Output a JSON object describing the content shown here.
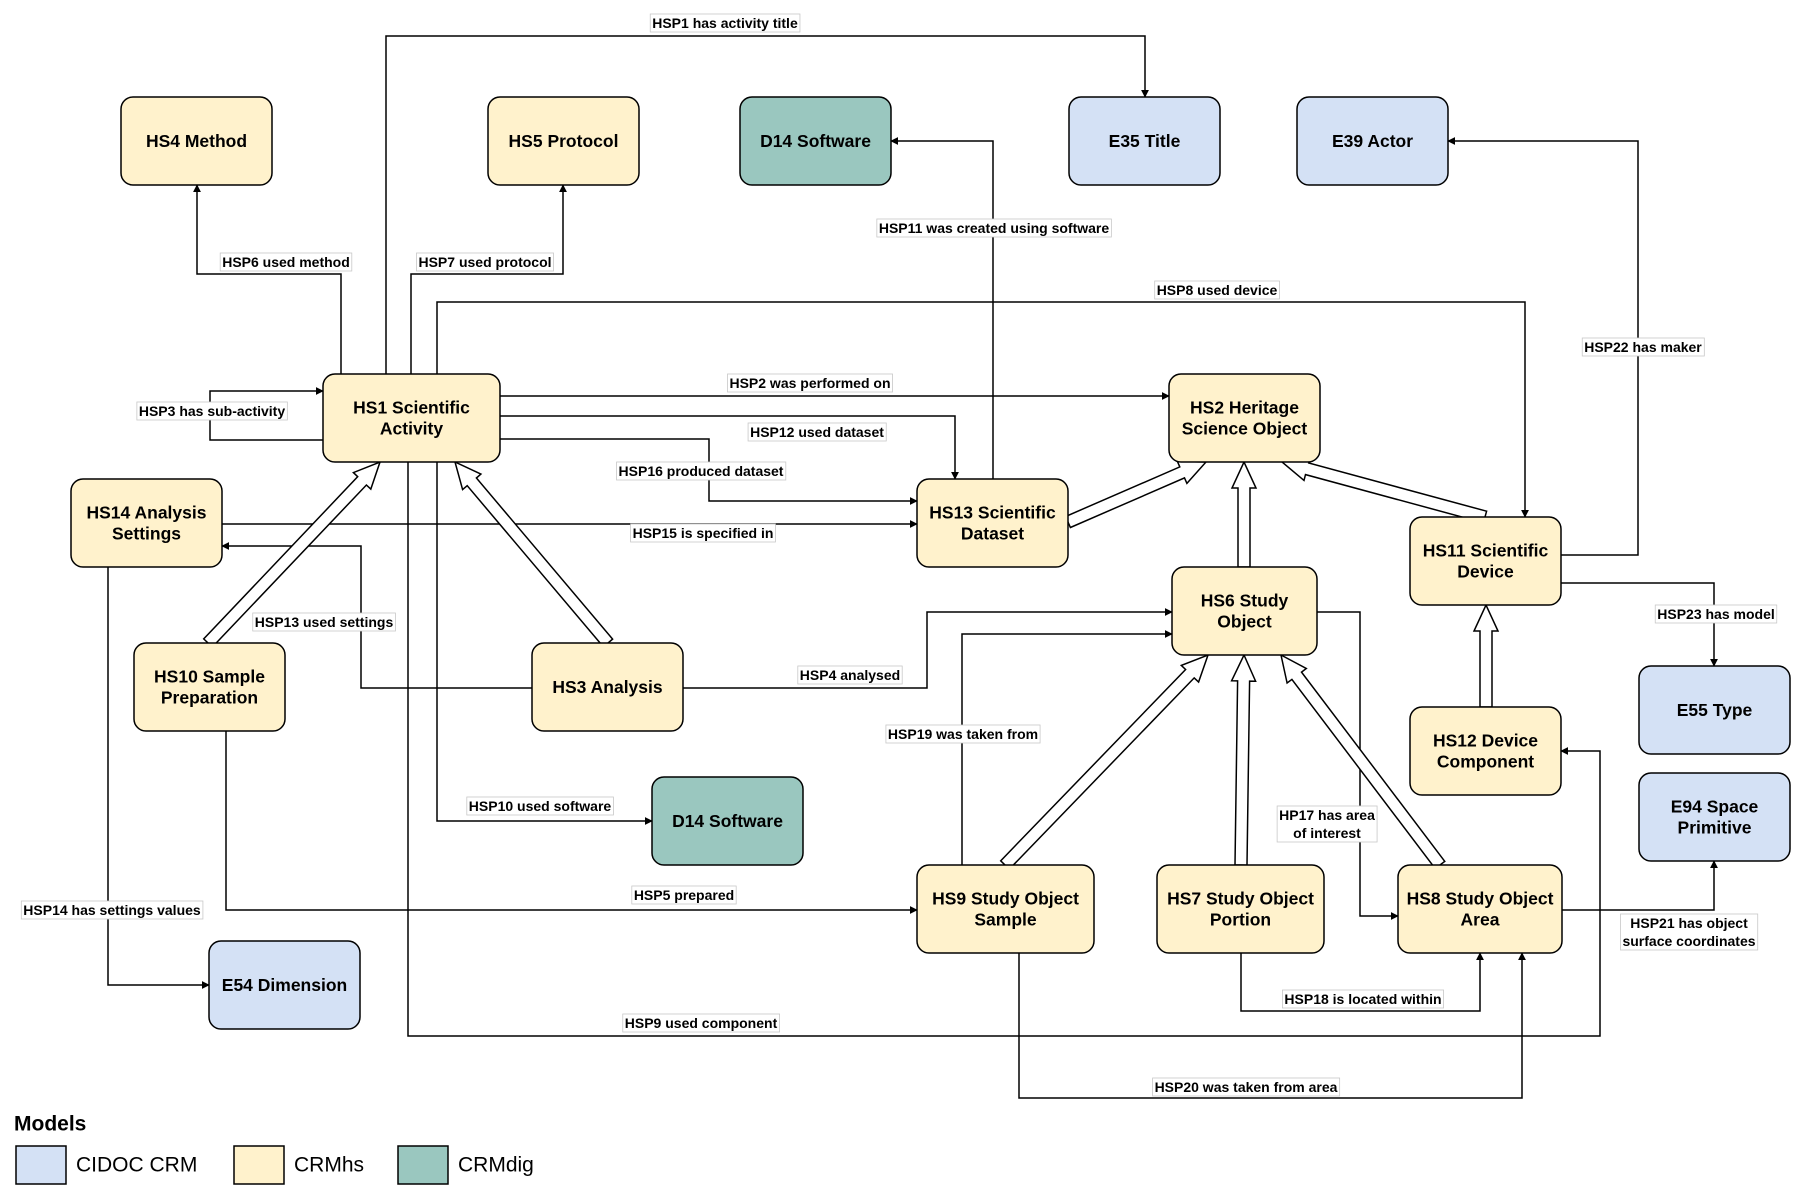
{
  "colors": {
    "cidoc": "#d4e1f5",
    "crmhs": "#fff2cc",
    "crmdig": "#9ac7bf"
  },
  "nodes": {
    "hs4": {
      "lines": [
        "HS4 Method"
      ],
      "model": "crmhs"
    },
    "hs5": {
      "lines": [
        "HS5 Protocol"
      ],
      "model": "crmhs"
    },
    "d14a": {
      "lines": [
        "D14 Software"
      ],
      "model": "crmdig"
    },
    "e35": {
      "lines": [
        "E35 Title"
      ],
      "model": "cidoc"
    },
    "e39": {
      "lines": [
        "E39 Actor"
      ],
      "model": "cidoc"
    },
    "hs1": {
      "lines": [
        "HS1 Scientific",
        "Activity"
      ],
      "model": "crmhs"
    },
    "hs2": {
      "lines": [
        "HS2 Heritage",
        "Science Object"
      ],
      "model": "crmhs"
    },
    "hs14": {
      "lines": [
        "HS14 Analysis",
        "Settings"
      ],
      "model": "crmhs"
    },
    "hs13": {
      "lines": [
        "HS13 Scientific",
        "Dataset"
      ],
      "model": "crmhs"
    },
    "hs11": {
      "lines": [
        "HS11 Scientific",
        "Device"
      ],
      "model": "crmhs"
    },
    "hs6": {
      "lines": [
        "HS6 Study",
        "Object"
      ],
      "model": "crmhs"
    },
    "hs10": {
      "lines": [
        "HS10 Sample",
        "Preparation"
      ],
      "model": "crmhs"
    },
    "hs3": {
      "lines": [
        "HS3 Analysis"
      ],
      "model": "crmhs"
    },
    "e55": {
      "lines": [
        "E55 Type"
      ],
      "model": "cidoc"
    },
    "hs12": {
      "lines": [
        "HS12 Device",
        "Component"
      ],
      "model": "crmhs"
    },
    "d14b": {
      "lines": [
        "D14 Software"
      ],
      "model": "crmdig"
    },
    "e94": {
      "lines": [
        "E94 Space",
        "Primitive"
      ],
      "model": "cidoc"
    },
    "hs9": {
      "lines": [
        "HS9 Study Object",
        "Sample"
      ],
      "model": "crmhs"
    },
    "hs7": {
      "lines": [
        "HS7 Study Object",
        "Portion"
      ],
      "model": "crmhs"
    },
    "hs8": {
      "lines": [
        "HS8 Study Object",
        "Area"
      ],
      "model": "crmhs"
    },
    "e54": {
      "lines": [
        "E54 Dimension"
      ],
      "model": "cidoc"
    }
  },
  "edges": {
    "hsp1": [
      "HSP1 has activity title"
    ],
    "hsp2": [
      "HSP2 was performed on"
    ],
    "hsp3": [
      "HSP3 has sub-activity"
    ],
    "hsp4": [
      "HSP4 analysed"
    ],
    "hsp5": [
      "HSP5 prepared"
    ],
    "hsp6": [
      "HSP6 used method"
    ],
    "hsp7": [
      "HSP7 used protocol"
    ],
    "hsp8": [
      "HSP8 used device"
    ],
    "hsp9": [
      "HSP9 used component"
    ],
    "hsp10": [
      "HSP10 used software"
    ],
    "hsp11": [
      "HSP11 was created using software"
    ],
    "hsp12": [
      "HSP12 used dataset"
    ],
    "hsp13": [
      "HSP13 used settings"
    ],
    "hsp14": [
      "HSP14 has settings values"
    ],
    "hsp15": [
      "HSP15 is specified in"
    ],
    "hsp16": [
      "HSP16 produced dataset"
    ],
    "hsp17": [
      "HP17 has area",
      "of interest"
    ],
    "hsp18": [
      "HSP18 is located within"
    ],
    "hsp19": [
      "HSP19 was taken from"
    ],
    "hsp20": [
      "HSP20 was taken from area"
    ],
    "hsp21": [
      "HSP21 has object",
      "surface coordinates"
    ],
    "hsp22": [
      "HSP22 has maker"
    ],
    "hsp23": [
      "HSP23 has model"
    ]
  },
  "legend": {
    "title": "Models",
    "items": [
      {
        "label": "CIDOC CRM",
        "model": "cidoc"
      },
      {
        "label": "CRMhs",
        "model": "crmhs"
      },
      {
        "label": "CRMdig",
        "model": "crmdig"
      }
    ]
  }
}
